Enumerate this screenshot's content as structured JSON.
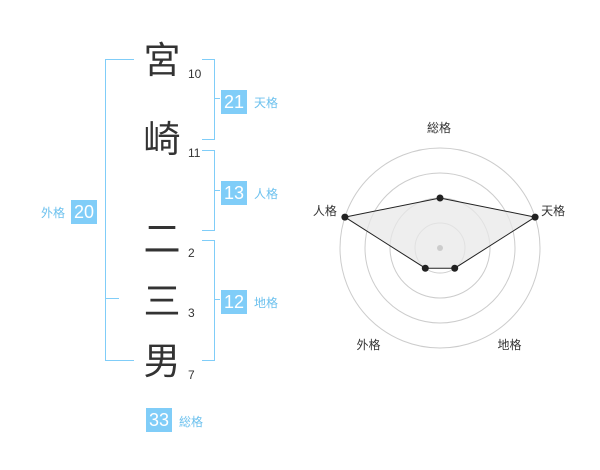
{
  "name": {
    "characters": [
      {
        "char": "宮",
        "strokes": "10"
      },
      {
        "char": "崎",
        "strokes": "11"
      },
      {
        "char": "二",
        "strokes": "2"
      },
      {
        "char": "三",
        "strokes": "3"
      },
      {
        "char": "男",
        "strokes": "7"
      }
    ]
  },
  "kaku": {
    "tenkaku": {
      "value": "21",
      "label": "天格"
    },
    "jinkaku": {
      "value": "13",
      "label": "人格"
    },
    "chikaku": {
      "value": "12",
      "label": "地格"
    },
    "gaikaku": {
      "value": "20",
      "label": "外格"
    },
    "soukaku": {
      "value": "33",
      "label": "総格"
    }
  },
  "colors": {
    "accent": "#80cdf8",
    "label_accent": "#6cc1ee",
    "text": "#333333",
    "radar_fill": "#e8e8e8",
    "radar_ring": "#cccccc",
    "radar_line": "#222222"
  },
  "chart_data": {
    "type": "radar",
    "axes": [
      "総格",
      "天格",
      "地格",
      "外格",
      "人格"
    ],
    "values": [
      0.5,
      1.0,
      0.25,
      0.25,
      1.0
    ],
    "rings": 4,
    "range": [
      0,
      1
    ]
  }
}
